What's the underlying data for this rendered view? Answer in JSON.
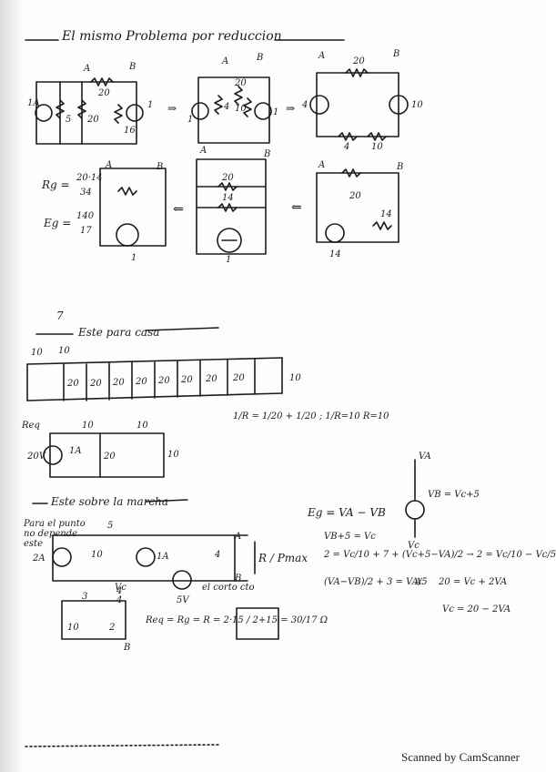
{
  "section1": {
    "title": "El mismo Problema por reduccion",
    "circuit1": {
      "node_a": "A",
      "node_b": "B",
      "src_left": "1A",
      "r_top": "20",
      "r1": "5",
      "r2": "20",
      "r3": "16",
      "src_right": "1"
    },
    "circuit2": {
      "node_a": "A",
      "node_b": "B",
      "src1": "1",
      "r1": "4",
      "r_top": "20",
      "r3": "10",
      "src2": "1"
    },
    "circuit3": {
      "node_a": "A",
      "node_b": "B",
      "src_left": "4",
      "r_top": "20",
      "src_right": "10",
      "r_b1": "4",
      "r_b2": "10"
    },
    "circuit4": {
      "node_a": "A",
      "node_b": "B",
      "r_top": "20",
      "r_mid": "14",
      "src": "1"
    },
    "circuit5": {
      "node_a": "A",
      "node_b": "B",
      "r_top": "20",
      "r_right": "14",
      "src": "14"
    },
    "result": {
      "rg_label": "Rg =",
      "rg_num": "20·14",
      "rg_den": "34",
      "eg_label": "Eg =",
      "eg_num": "140",
      "eg_den": "17",
      "src": "1",
      "arrow": "⇐",
      "arrow2": "⇒"
    }
  },
  "section2": {
    "number": "7",
    "title": "Este para casa",
    "ladder_top": [
      "10",
      "10"
    ],
    "ladder_rungs": [
      "20",
      "20",
      "20",
      "20",
      "20",
      "20",
      "20",
      "20"
    ],
    "ladder_end": "10",
    "note1": "1/R = 1/20 + 1/20 ; 1/R=10 R=10",
    "req_label": "Req",
    "circuit2": {
      "r1": "10",
      "r2": "10",
      "src": "20V",
      "cur": "1A",
      "r3": "20",
      "r4": "10"
    }
  },
  "section3": {
    "title": "Este sobre la marcha",
    "note_left": "Para el punto no depende este",
    "labels": {
      "src1": "2A",
      "r1": "10",
      "r_top": "5",
      "r_mid": "4",
      "src_mid": "5V",
      "src_mid2": "1A",
      "r_right": "4",
      "node_a": "A",
      "node_b": "B",
      "vc": "Vc",
      "rl": "R / Pmax"
    },
    "sub_circuit": {
      "r1": "3",
      "r2": "4",
      "r3": "10",
      "r4": "2",
      "node_b": "B"
    },
    "req_eq": "Req = Rg = R = 2·15 / 2+15 = 30/17 Ω",
    "note_cc": "el corto cto",
    "eq_eg": "Eg = VA − VB",
    "eq1": "VB+5 = Vc",
    "eq2": "2 = Vc/10 + 7 + (Vc+5−VA)/2 → 2 = Vc/10 − Vc/5",
    "eq3": "(VA−VB)/2 + 3 = VA/5",
    "eq4": "20 = Vc + 2VA",
    "eq5": "Vc = 20 − 2VA",
    "mini": {
      "va": "VA",
      "vb": "VB = Vc+5",
      "vc": "Vc",
      "a": "A"
    }
  },
  "footer": {
    "text": "Scanned by CamScanner"
  }
}
